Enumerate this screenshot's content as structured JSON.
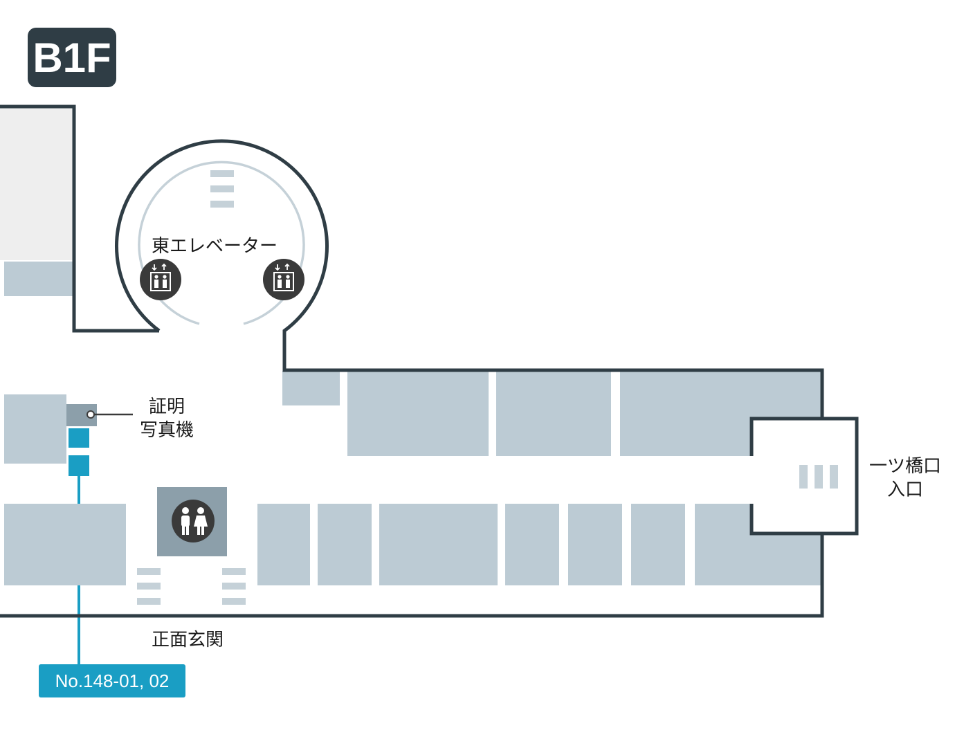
{
  "floor": {
    "label": "B1F"
  },
  "colors": {
    "wall": "#2f3d45",
    "shop": "#bccbd4",
    "shop_dark": "#8c9faa",
    "corridor_left": "#eeeeee",
    "accent": "#1a9ec4",
    "icon_bg": "#3a3a3a"
  },
  "labels": {
    "east_elevator": "東エレベーター",
    "photo_booth_line1": "証明",
    "photo_booth_line2": "写真機",
    "hitotsubashi_line1": "一ツ橋口",
    "hitotsubashi_line2": "入口",
    "main_entrance": "正面玄関"
  },
  "location": {
    "tag": "No.148-01, 02"
  },
  "icons": {
    "elevator": "elevator-icon",
    "restroom": "restroom-icon",
    "stairs": "stairs-icon"
  }
}
